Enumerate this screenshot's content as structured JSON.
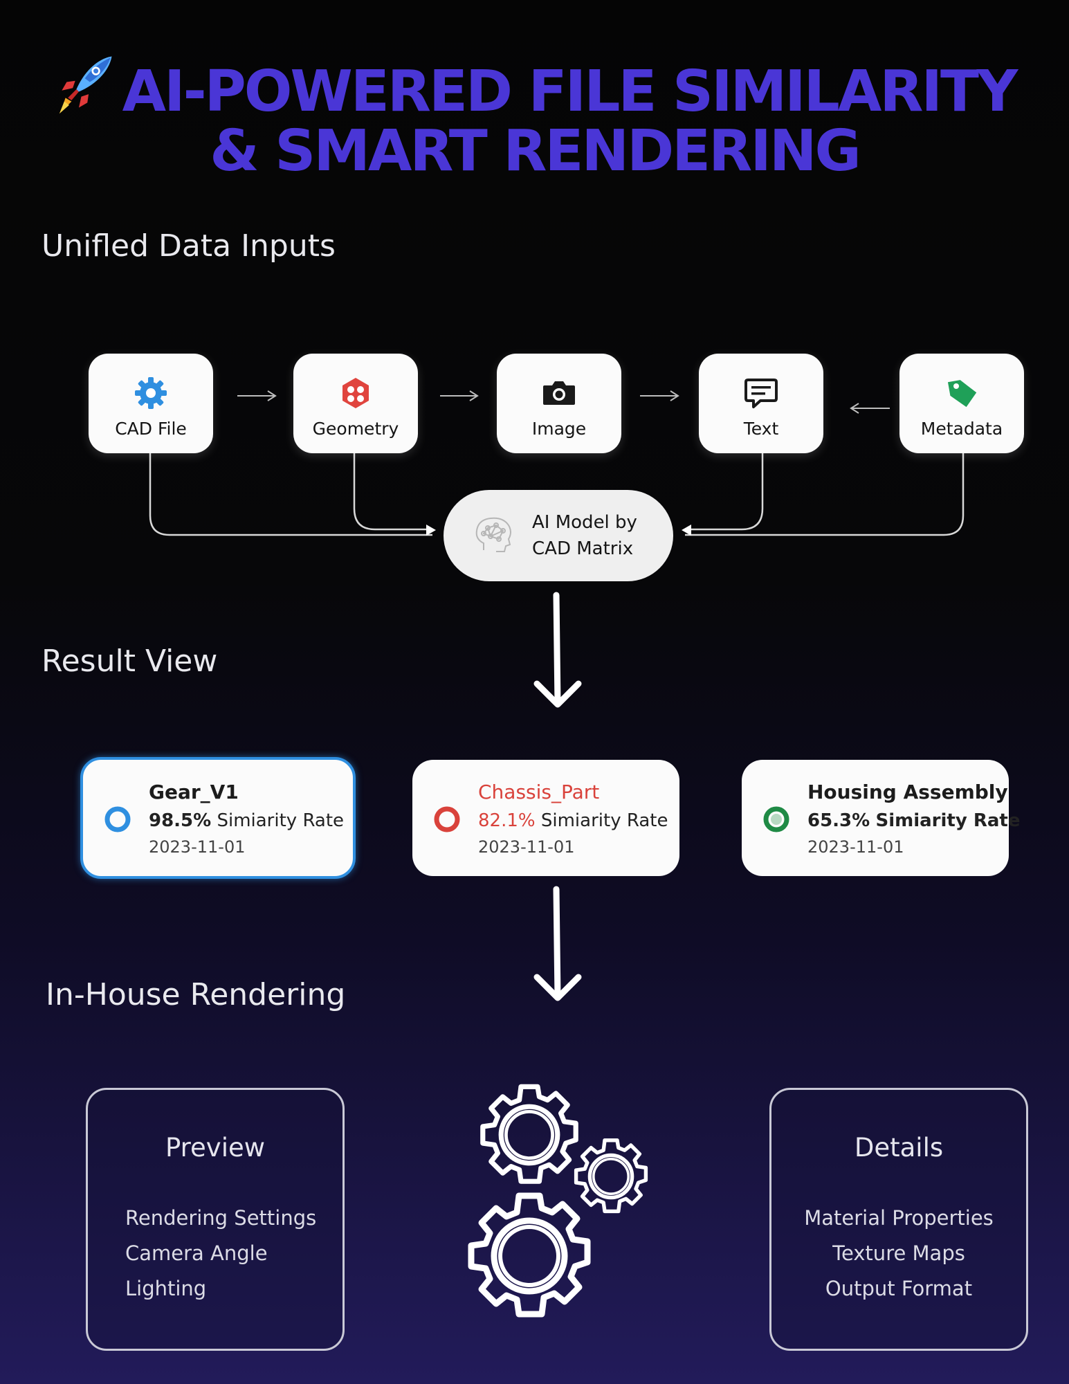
{
  "title": {
    "line1": "AI-POWERED FILE SIMILARITY",
    "line2": "& SMART RENDERING",
    "icon": "rocket-icon",
    "color": "#4a36d6"
  },
  "sections": {
    "inputs": "Unifled Data Inputs",
    "results": "Result View",
    "rendering": "In-House Rendering"
  },
  "inputs": [
    {
      "label": "CAD File",
      "icon": "gear-icon",
      "color": "#2f8fe0"
    },
    {
      "label": "Geometry",
      "icon": "geometry-icon",
      "color": "#e0443e"
    },
    {
      "label": "Image",
      "icon": "camera-icon",
      "color": "#1a1a1a"
    },
    {
      "label": "Text",
      "icon": "chat-icon",
      "color": "#1a1a1a"
    },
    {
      "label": "Metadata",
      "icon": "tag-icon",
      "color": "#1fa058"
    }
  ],
  "model": {
    "line1": "AI Model by",
    "line2": "CAD Matrix",
    "icon": "brain-icon"
  },
  "results": [
    {
      "name": "Gear_V1",
      "percent": "98.5%",
      "rate_label": "Simiarity Rate",
      "date": "2023-11-01",
      "color": "#2f8fe0"
    },
    {
      "name": "Chassis_Part",
      "percent": "82.1%",
      "rate_label": "Simiarity Rate",
      "date": "2023-11-01",
      "color": "#d9423b"
    },
    {
      "name": "Housing Assembly",
      "percent": "65.3%",
      "rate_label": "Simiarity Rate",
      "date": "2023-11-01",
      "color": "#1f8a45"
    }
  ],
  "rendering": {
    "preview": {
      "title": "Preview",
      "items": [
        "Rendering Settings",
        "Camera Angle",
        "Lighting"
      ]
    },
    "details": {
      "title": "Details",
      "items": [
        "Material Properties",
        "Texture Maps",
        "Output Format"
      ]
    },
    "center_icon": "gears-icon"
  }
}
